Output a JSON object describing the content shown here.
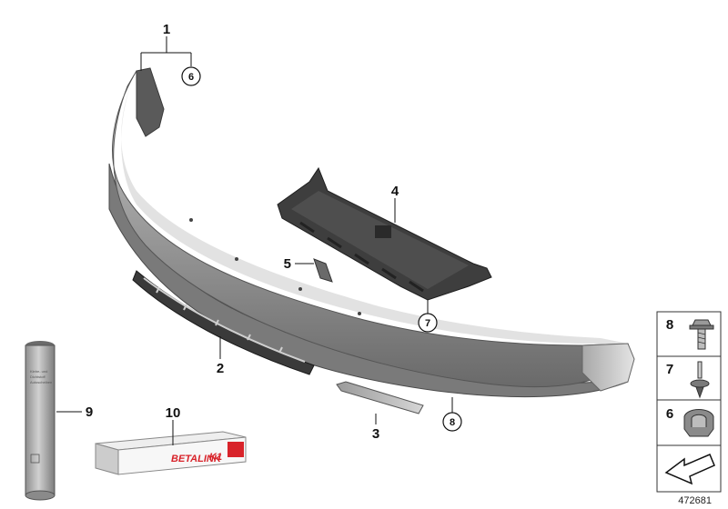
{
  "diagram": {
    "callouts": [
      {
        "id": "c1",
        "label": "1"
      },
      {
        "id": "c2",
        "label": "2"
      },
      {
        "id": "c3",
        "label": "3"
      },
      {
        "id": "c4",
        "label": "4"
      },
      {
        "id": "c5",
        "label": "5"
      },
      {
        "id": "c6",
        "label": "6"
      },
      {
        "id": "c7",
        "label": "7"
      },
      {
        "id": "c8",
        "label": "8"
      },
      {
        "id": "c9",
        "label": "9"
      },
      {
        "id": "c10",
        "label": "10"
      }
    ],
    "legend": [
      {
        "label": "8",
        "part": "screw-bolt"
      },
      {
        "label": "7",
        "part": "expanding-rivet"
      },
      {
        "label": "6",
        "part": "spring-nut-clip"
      },
      {
        "label": "",
        "part": "arrow-symbol"
      }
    ],
    "reference_number": "472681",
    "adhesive_tube_text": [
      "Klebe- und",
      "Dichtstoff",
      "Autoscheiben"
    ],
    "betalink_box": {
      "brand": "BETALINK",
      "code": "K1"
    }
  }
}
